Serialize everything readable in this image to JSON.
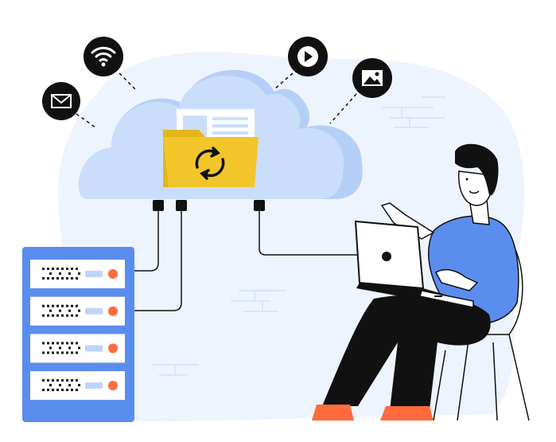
{
  "illustration": {
    "colors": {
      "background_blob": "#EEF4FD",
      "cloud": "#CADEFB",
      "cloud_shadow": "#B6CFF7",
      "folder": "#F2C62A",
      "server": "#5B8DEF",
      "server_unit": "#FFFFFF",
      "server_led": "#FF6B3D",
      "server_bar": "#BFD4FA",
      "icon_circle": "#111111",
      "shirt": "#5B8DEF",
      "pants": "#111111",
      "shoes": "#FF6B3D",
      "skin": "#FFFFFF"
    },
    "icons": [
      "mail-icon",
      "wifi-icon",
      "play-icon",
      "image-icon",
      "sync-icon",
      "folder-icon",
      "document-icon",
      "server-rack",
      "laptop",
      "person",
      "chair"
    ],
    "server_units": 4
  }
}
